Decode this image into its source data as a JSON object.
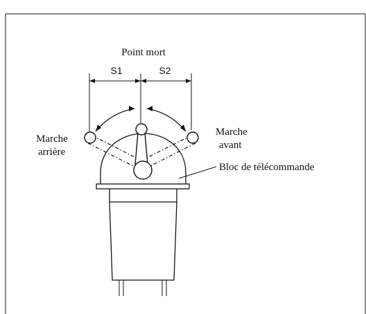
{
  "diagram": {
    "labels": {
      "neutral": "Point mort",
      "s1": "S1",
      "s2": "S2",
      "reverse_line1": "Marche",
      "reverse_line2": "arrière",
      "forward_line1": "Marche",
      "forward_line2": "avant",
      "remote_block": "Bloc de télécommande"
    }
  }
}
